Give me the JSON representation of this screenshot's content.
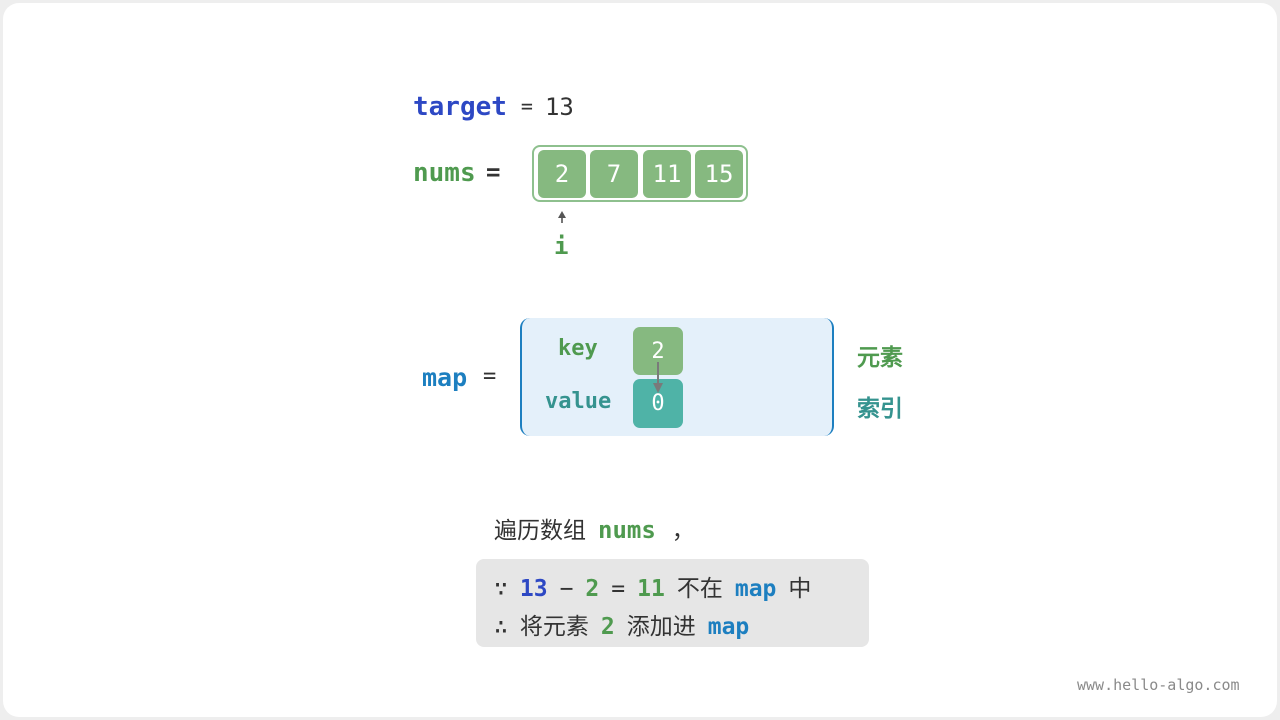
{
  "target": {
    "name": "target",
    "equals": "=",
    "value": "13"
  },
  "nums": {
    "name": "nums",
    "equals": "=",
    "cells": [
      "2",
      "7",
      "11",
      "15"
    ],
    "pointer_label": "i"
  },
  "map": {
    "name": "map",
    "equals": "=",
    "key_label": "key",
    "value_label": "value",
    "key": "2",
    "value": "0",
    "legend_key": "元素",
    "legend_value": "索引"
  },
  "explanation": {
    "traverse_text": "遍历数组",
    "traverse_array": "nums",
    "traverse_comma": "，",
    "because_symbol": "∵",
    "expr_a": "13",
    "expr_minus": "−",
    "expr_b": "2",
    "expr_eq": "=",
    "expr_result": "11",
    "not_in_text": "不在",
    "not_in_map": "map",
    "middle_char": "中",
    "therefore_symbol": "∴",
    "add_text_1": "将元素",
    "add_element": "2",
    "add_text_2": "添加进",
    "add_map": "map"
  },
  "colors": {
    "accent_blue": "#2d48c4",
    "green": "#4f9a4f",
    "map_blue": "#1d7fc0",
    "teal": "#35938f",
    "cell_green": "#86b980",
    "cell_teal": "#4fb3a7"
  },
  "watermark": "www.hello-algo.com"
}
